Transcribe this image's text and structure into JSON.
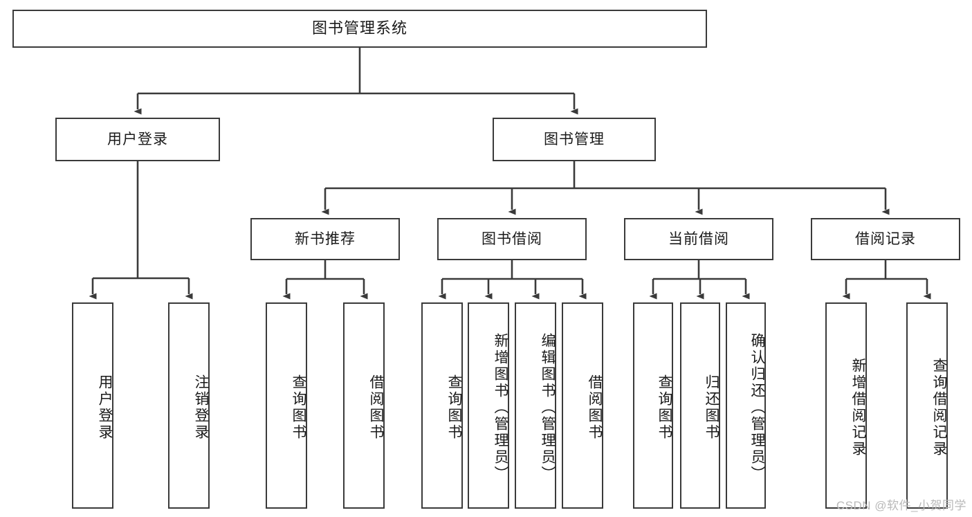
{
  "diagram": {
    "title": "图书管理系统",
    "watermark": "CSDN @软件_小贺同学",
    "line_color": "#3a3a3a",
    "box_fill": "#ffffff",
    "text_color": "#1a1a1a",
    "watermark_color": "#b9b9b9"
  },
  "nodes": {
    "root": {
      "label": "图书管理系统"
    },
    "level2": [
      {
        "label": "用户登录"
      },
      {
        "label": "图书管理"
      }
    ],
    "level3": [
      {
        "label": "新书推荐"
      },
      {
        "label": "图书借阅"
      },
      {
        "label": "当前借阅"
      },
      {
        "label": "借阅记录"
      }
    ],
    "leaves": {
      "user_login": [
        {
          "label": "用户登录"
        },
        {
          "label": "注销登录"
        }
      ],
      "new_book_recommend": [
        {
          "label": "查询图书"
        },
        {
          "label": "借阅图书"
        }
      ],
      "book_borrow": [
        {
          "label": "查询图书"
        },
        {
          "label": "新增图书（管理员）"
        },
        {
          "label": "编辑图书（管理员）"
        },
        {
          "label": "借阅图书"
        }
      ],
      "current_borrow": [
        {
          "label": "查询图书"
        },
        {
          "label": "归还图书"
        },
        {
          "label": "确认归还（管理员）"
        }
      ],
      "borrow_record": [
        {
          "label": "新增借阅记录"
        },
        {
          "label": "查询借阅记录"
        }
      ]
    }
  }
}
